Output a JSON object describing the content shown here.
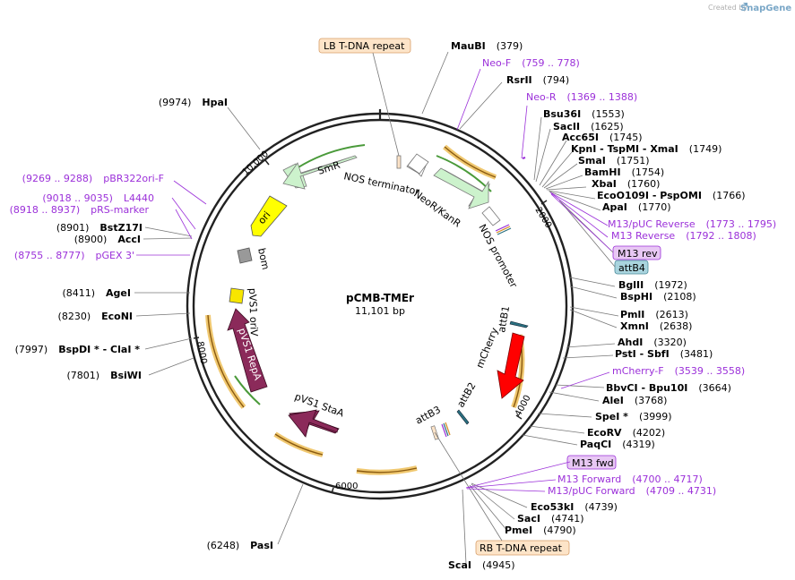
{
  "branding": {
    "created_by": "Created by",
    "product": "SnapGene"
  },
  "plasmid": {
    "name": "pCMB-TMEr",
    "size": "11,101 bp"
  },
  "ticks": [
    "2000",
    "4000",
    "6000",
    "8000",
    "10,000"
  ],
  "sites": [
    {
      "name": "MauBI",
      "pos": "(379)"
    },
    {
      "name": "RsrII",
      "pos": "(794)"
    },
    {
      "name": "Bsu36I",
      "pos": "(1553)"
    },
    {
      "name": "SacII",
      "pos": "(1625)"
    },
    {
      "name": "Acc65I",
      "pos": "(1745)"
    },
    {
      "name": "KpnI",
      "pos": "(1749)",
      "extra": [
        "TspMI",
        "XmaI"
      ]
    },
    {
      "name": "SmaI",
      "pos": "(1751)"
    },
    {
      "name": "BamHI",
      "pos": "(1754)"
    },
    {
      "name": "XbaI",
      "pos": "(1760)"
    },
    {
      "name": "EcoO109I",
      "pos": "(1766)",
      "extra": [
        "PspOMI"
      ]
    },
    {
      "name": "ApaI",
      "pos": "(1770)"
    },
    {
      "name": "BglII",
      "pos": "(1972)"
    },
    {
      "name": "BspHI",
      "pos": "(2108)"
    },
    {
      "name": "PmlI",
      "pos": "(2613)"
    },
    {
      "name": "XmnI",
      "pos": "(2638)"
    },
    {
      "name": "AhdI",
      "pos": "(3320)"
    },
    {
      "name": "PstI",
      "pos": "(3481)",
      "extra": [
        "SbfI"
      ]
    },
    {
      "name": "BbvCI",
      "pos": "(3664)",
      "extra": [
        "Bpu10I"
      ]
    },
    {
      "name": "AleI",
      "pos": "(3768)"
    },
    {
      "name": "SpeI *",
      "pos": "(3999)"
    },
    {
      "name": "EcoRV",
      "pos": "(4202)"
    },
    {
      "name": "PaqCI",
      "pos": "(4319)"
    },
    {
      "name": "Eco53kI",
      "pos": "(4739)"
    },
    {
      "name": "SacI",
      "pos": "(4741)"
    },
    {
      "name": "PmeI",
      "pos": "(4790)"
    },
    {
      "name": "ScaI",
      "pos": "(4945)"
    },
    {
      "name": "PasI",
      "pos": "(6248)"
    },
    {
      "name": "BsiWI",
      "pos": "(7801)"
    },
    {
      "name": "BspDI *",
      "pos": "(7997)",
      "extra": [
        "ClaI *"
      ]
    },
    {
      "name": "EcoNI",
      "pos": "(8230)"
    },
    {
      "name": "AgeI",
      "pos": "(8411)"
    },
    {
      "name": "AccI",
      "pos": "(8900)"
    },
    {
      "name": "BstZ17I",
      "pos": "(8901)"
    },
    {
      "name": "HpaI",
      "pos": "(9974)"
    }
  ],
  "primers": [
    {
      "name": "Neo-F",
      "range": "(759 .. 778)"
    },
    {
      "name": "Neo-R",
      "range": "(1369 .. 1388)"
    },
    {
      "name": "M13/pUC Reverse",
      "range": "(1773 .. 1795)"
    },
    {
      "name": "M13 Reverse",
      "range": "(1792 .. 1808)"
    },
    {
      "name": "mCherry-F",
      "range": "(3539 .. 3558)"
    },
    {
      "name": "M13 Forward",
      "range": "(4700 .. 4717)"
    },
    {
      "name": "M13/pUC Forward",
      "range": "(4709 .. 4731)"
    },
    {
      "name": "pGEX 3'",
      "range": "(8755 .. 8777)"
    },
    {
      "name": "pRS-marker",
      "range": "(8918 .. 8937)"
    },
    {
      "name": "L4440",
      "range": "(9018 .. 9035)"
    },
    {
      "name": "pBR322ori-F",
      "range": "(9269 .. 9288)"
    }
  ],
  "boxes": [
    {
      "label": "LB T-DNA repeat",
      "color": "#fde4c8"
    },
    {
      "label": "RB T-DNA repeat",
      "color": "#fde4c8"
    },
    {
      "label": "M13 rev",
      "color": "#e8c8f4"
    },
    {
      "label": "M13 fwd",
      "color": "#e8c8f4"
    },
    {
      "label": "attB4",
      "color": "#a9d4de"
    }
  ],
  "features": [
    {
      "label": "NOS terminator",
      "color": "#ffffff"
    },
    {
      "label": "NeoR/KanR",
      "color": "#ccf2cc"
    },
    {
      "label": "NOS promoter",
      "color": "#ffffff"
    },
    {
      "label": "attB1",
      "color": "#2a7080"
    },
    {
      "label": "mCherry",
      "color": "#ff0000"
    },
    {
      "label": "attB2",
      "color": "#2a7080"
    },
    {
      "label": "attB3",
      "color": "#2a7080"
    },
    {
      "label": "pVS1 StaA",
      "color": "#8b2a5a"
    },
    {
      "label": "pVS1 RepA",
      "color": "#8b2a5a"
    },
    {
      "label": "pVS1 oriV",
      "color": "#f7e600"
    },
    {
      "label": "bom",
      "color": "#999999"
    },
    {
      "label": "ori",
      "color": "#ffff00"
    },
    {
      "label": "SmR",
      "color": "#ccf2cc"
    }
  ]
}
